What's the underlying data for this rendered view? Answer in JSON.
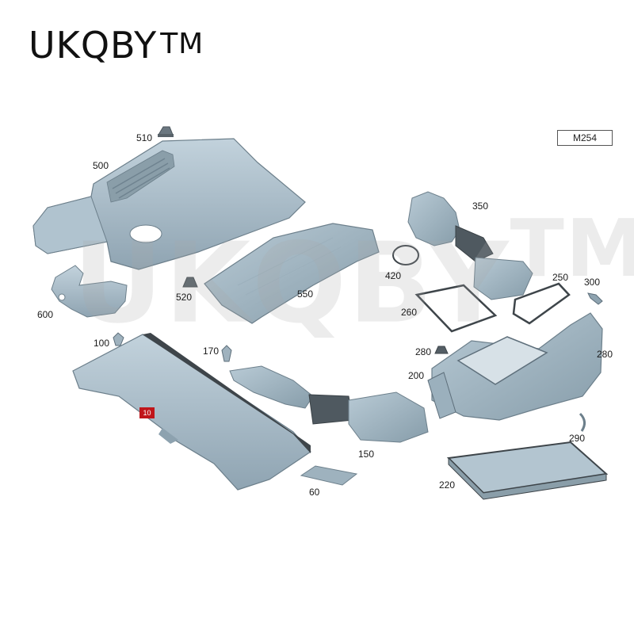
{
  "brand": {
    "name": "UKQBY",
    "mark": "TM"
  },
  "model_code": "M254",
  "watermark": {
    "name": "UKQBY",
    "mark": "TM"
  },
  "colors": {
    "part_fill": "#a9bcc8",
    "part_shadow": "#7f94a2",
    "part_edge": "#5e6f7b",
    "seal": "#444a50",
    "callout_highlight": "#c0151a"
  },
  "parts": [
    {
      "id": "500",
      "label": "500",
      "name": "engine-cover"
    },
    {
      "id": "510",
      "label": "510",
      "name": "cover-mount"
    },
    {
      "id": "520",
      "label": "520",
      "name": "rubber-grommet"
    },
    {
      "id": "550",
      "label": "550",
      "name": "cover-panel"
    },
    {
      "id": "600",
      "label": "600",
      "name": "bracket"
    },
    {
      "id": "350",
      "label": "350",
      "name": "intake-hose-upper"
    },
    {
      "id": "420",
      "label": "420",
      "name": "o-ring"
    },
    {
      "id": "260",
      "label": "260",
      "name": "gasket-left"
    },
    {
      "id": "250",
      "label": "250",
      "name": "gasket-right"
    },
    {
      "id": "300",
      "label": "300",
      "name": "sensor"
    },
    {
      "id": "100",
      "label": "100",
      "name": "clip-100"
    },
    {
      "id": "170",
      "label": "170",
      "name": "clip-170"
    },
    {
      "id": "280a",
      "label": "280",
      "name": "grommet-280-left"
    },
    {
      "id": "280b",
      "label": "280",
      "name": "grommet-280-right"
    },
    {
      "id": "200",
      "label": "200",
      "name": "air-filter-housing"
    },
    {
      "id": "10",
      "label": "10",
      "name": "intake-duct-panel",
      "highlighted": true
    },
    {
      "id": "150",
      "label": "150",
      "name": "intake-duct"
    },
    {
      "id": "290",
      "label": "290",
      "name": "hose-clamp"
    },
    {
      "id": "220",
      "label": "220",
      "name": "air-filter-element"
    },
    {
      "id": "60",
      "label": "60",
      "name": "foam-pad"
    }
  ]
}
